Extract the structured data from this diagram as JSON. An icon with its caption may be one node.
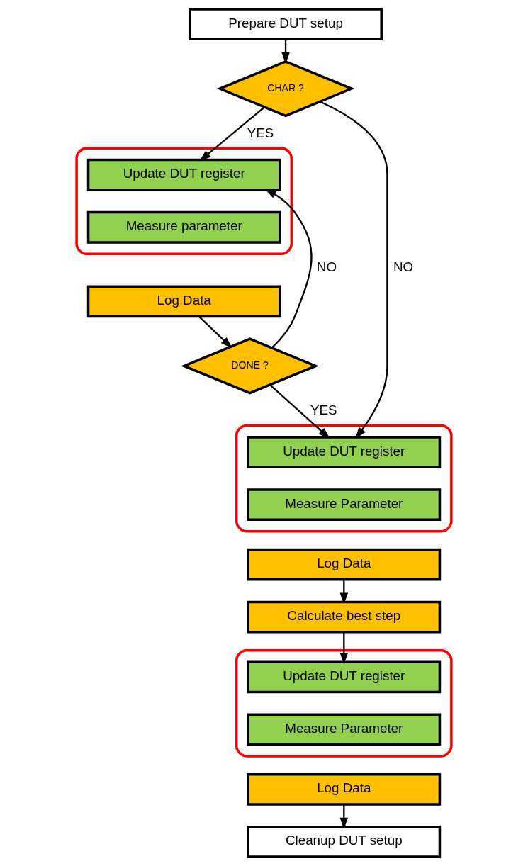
{
  "diagram": {
    "nodes": [
      {
        "text": [
          "Prepare DUT setup"
        ]
      },
      {
        "text": [
          "CHAR ?"
        ]
      },
      {
        "text": [],
        "shape": "ellipse"
      },
      {
        "text": [
          "Update DUT register"
        ],
        "in": 2
      },
      {
        "text": [
          "Measure parameter"
        ],
        "in": 2
      },
      {
        "text": [
          "Log Data"
        ]
      },
      {
        "text": [
          "DONE ?"
        ]
      },
      {
        "text": [],
        "shape": "ellipse"
      },
      {
        "text": [
          "Update DUT register"
        ],
        "in": 7
      },
      {
        "text": [
          "Measure Parameter"
        ],
        "in": 7
      },
      {
        "text": [
          "Log Data"
        ]
      },
      {
        "text": [
          "Calculate best step"
        ]
      },
      {
        "text": [],
        "shape": "ellipse"
      },
      {
        "text": [
          "Update DUT register"
        ],
        "in": 12
      },
      {
        "text": [
          "Measure Parameter"
        ],
        "in": 12
      },
      {
        "text": [
          "Log Data"
        ]
      },
      {
        "text": [
          "Cleanup DUT setup"
        ]
      }
    ],
    "edges": [
      {
        "from": 0,
        "to": 1,
        "arrow": "to"
      },
      {
        "from": 1,
        "to": 3,
        "arrow": "to",
        "label": "YES"
      },
      {
        "from": 1,
        "to": 8,
        "arrow": "to",
        "label": "NO"
      },
      {
        "from": 5,
        "to": 6,
        "arrow": "to"
      },
      {
        "from": 6,
        "to": 3,
        "arrow": "to",
        "label": "NO"
      },
      {
        "from": 6,
        "to": 8,
        "arrow": "to",
        "label": "YES"
      },
      {
        "from": 10,
        "to": 11,
        "arrow": "to"
      },
      {
        "from": 11,
        "to": 13,
        "arrow": "to"
      },
      {
        "from": 15,
        "to": 16,
        "arrow": "to"
      }
    ]
  }
}
